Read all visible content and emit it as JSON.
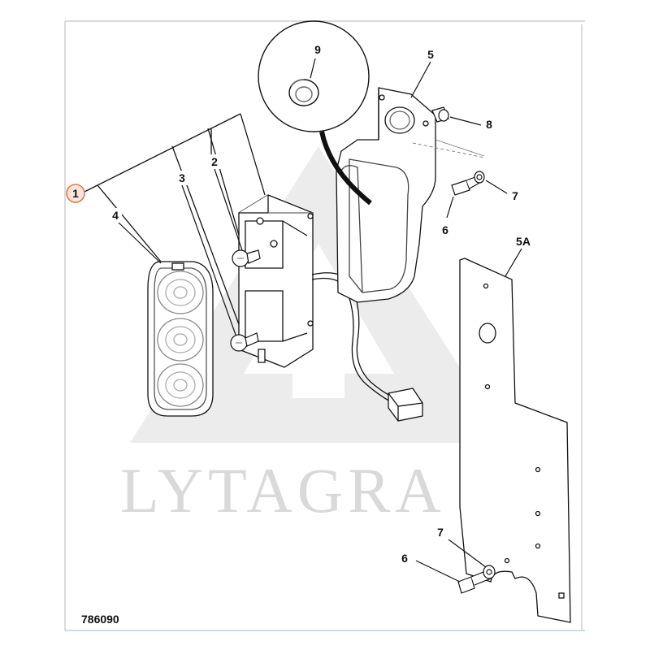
{
  "drawing": {
    "number": "786090",
    "watermark": "LYTAGRA",
    "accent_color": "#e8734a",
    "line_color": "#111111",
    "watermark_color": "#d9d9d9"
  },
  "callouts": {
    "c1": "1",
    "c2": "2",
    "c3": "3",
    "c4": "4",
    "c5": "5",
    "c5a": "5A",
    "c6a": "6",
    "c6b": "6",
    "c7a": "7",
    "c7b": "7",
    "c8": "8",
    "c9": "9"
  }
}
